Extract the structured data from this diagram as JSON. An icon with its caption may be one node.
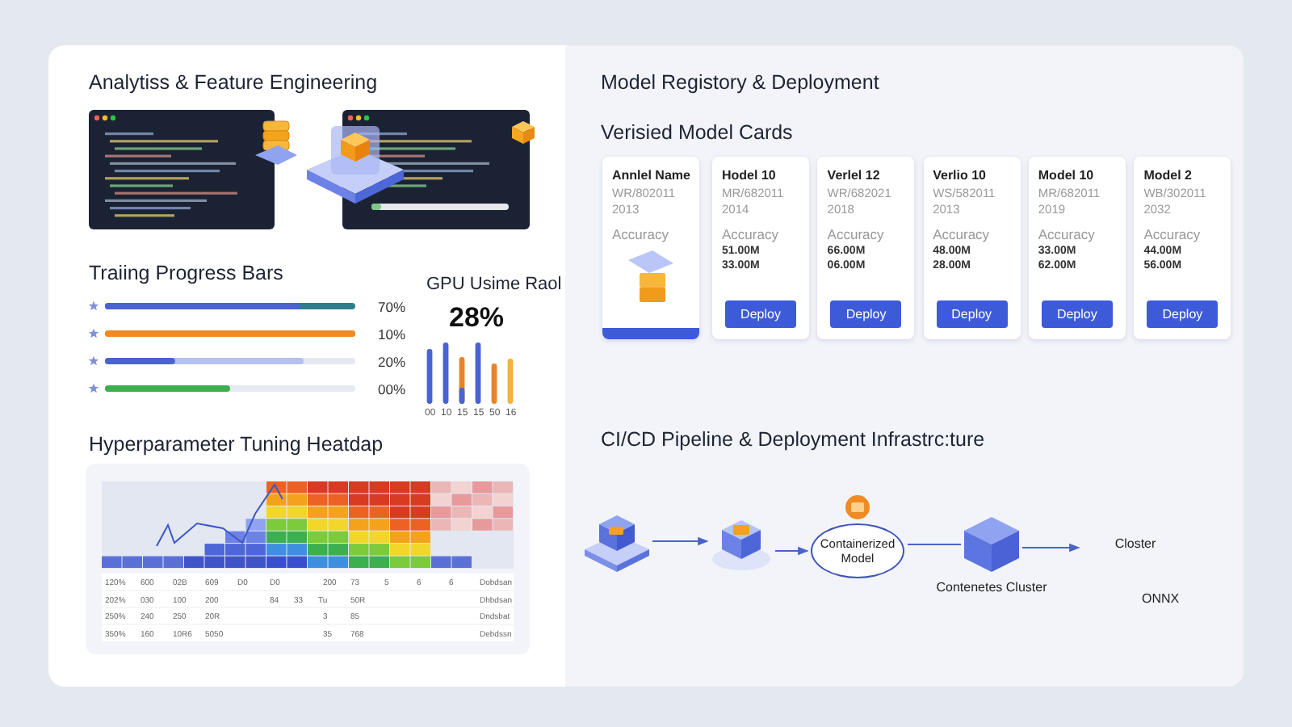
{
  "diagram": {
    "nodes": [
      {
        "text": [],
        "shape": "picture"
      },
      {
        "text": [],
        "shape": "picture"
      },
      {
        "text": [
          "Containerized Model"
        ]
      },
      {
        "text": [],
        "shape": "picture",
        "beside": [
          "Contenetes Cluster"
        ]
      },
      {
        "text": [
          "Closter"
        ]
      },
      {
        "text": [
          "Annlel Name",
          "WR/802011 2013",
          "Accuracy"
        ]
      },
      {
        "text": [
          "Hodel 10",
          "MR/682011 2014",
          "Accuracy",
          "51.00M",
          "33.00M",
          "Deploy"
        ]
      },
      {
        "text": [
          "Verlel 12",
          "WR/682021 2018",
          "Accuracy",
          "66.00M",
          "06.00M",
          "Deploy"
        ]
      },
      {
        "text": [
          "Verlio 10",
          "WS/582011 2013",
          "Accuracy",
          "48.00M",
          "28.00M",
          "Deploy"
        ]
      },
      {
        "text": [
          "Model 10",
          "MR/682011 2019",
          "Accuracy",
          "33.00M",
          "62.00M",
          "Deploy"
        ]
      },
      {
        "text": [
          "Model 2",
          "WB/302011 2032",
          "Accuracy",
          "44.00M",
          "56.00M",
          "Deploy"
        ]
      }
    ],
    "edges": [
      {
        "from": 0,
        "to": 1,
        "arrow": "to"
      },
      {
        "from": 1,
        "to": 2,
        "arrow": "to"
      },
      {
        "from": 2,
        "to": 3,
        "arrow": "none"
      },
      {
        "from": 3,
        "to": 4,
        "arrow": "to"
      }
    ],
    "labels": [
      "Analytiss & Feature Engineering",
      "Traiing Progress Bars",
      "70%",
      "10%",
      "20%",
      "00%",
      "GPU Usime Raol",
      "28%",
      "00",
      "10",
      "15",
      "15",
      "50",
      "16",
      "Hyperparameter Tuning Heatdap",
      "120%",
      "600",
      "02B",
      "609",
      "D0",
      "D0",
      "200",
      "73",
      "5",
      "6",
      "6",
      "Dobdsan",
      "202%",
      "030",
      "100",
      "200",
      "84",
      "33",
      "Tu",
      "50R",
      "Dhbdsan",
      "250%",
      "240",
      "250",
      "20R",
      "3",
      "85",
      "Dndsbat",
      "350%",
      "160",
      "10R6",
      "5050",
      "35",
      "768",
      "Debdssn",
      "Model Registory & Deployment",
      "Verisied Model Cards",
      "CI/CD Pipeline & Deployment Infrastrc:ture",
      "ONNX"
    ]
  }
}
